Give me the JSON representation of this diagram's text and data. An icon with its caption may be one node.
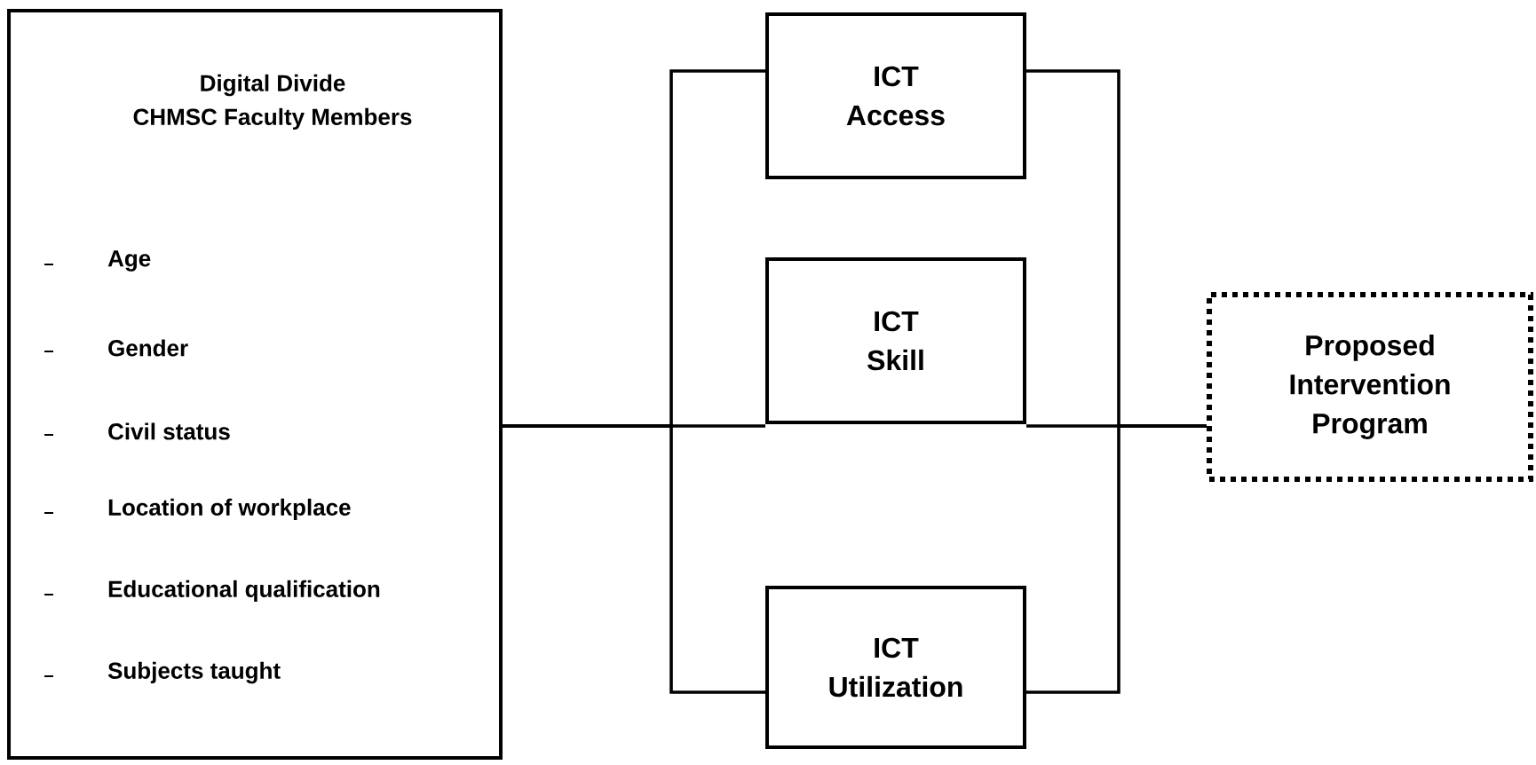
{
  "diagram": {
    "nodes": [
      {
        "text": [
          "Digital Divide",
          "CHMSC Faculty Members",
          "Age",
          "Gender",
          "Civil status",
          "Location of workplace",
          "Educational qualification",
          "Subjects taught"
        ]
      },
      {
        "text": [
          "ICT",
          "Access"
        ]
      },
      {
        "text": [
          "ICT",
          "Skill"
        ]
      },
      {
        "text": [
          "ICT",
          "Utilization"
        ]
      },
      {
        "text": [
          "Proposed Intervention Program"
        ]
      }
    ],
    "edges": [
      {
        "from": 0,
        "to": 1,
        "arrow": "none"
      },
      {
        "from": 0,
        "to": 2,
        "arrow": "none"
      },
      {
        "from": 0,
        "to": 3,
        "arrow": "none"
      },
      {
        "from": 1,
        "to": 4,
        "arrow": "none"
      },
      {
        "from": 2,
        "to": 4,
        "arrow": "none"
      },
      {
        "from": 3,
        "to": 4,
        "arrow": "none"
      }
    ]
  }
}
